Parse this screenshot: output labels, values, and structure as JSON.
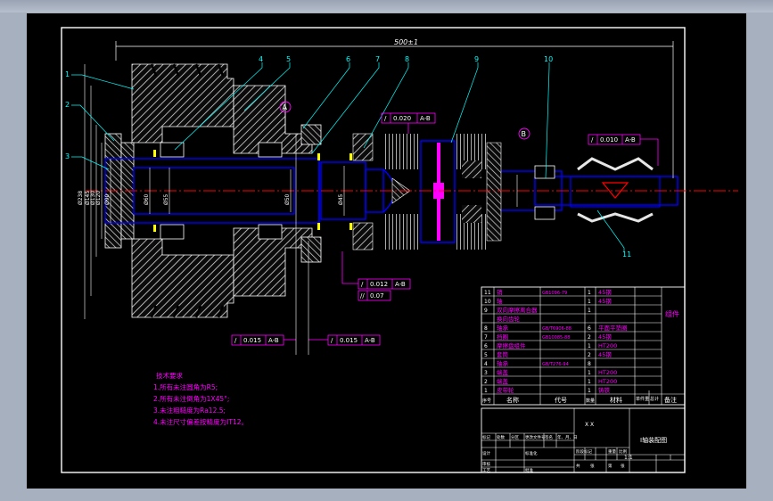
{
  "drawing": {
    "overall_dimension": "500±1",
    "part_numbers": [
      "1",
      "2",
      "3",
      "4",
      "5",
      "6",
      "7",
      "8",
      "9",
      "10",
      "11"
    ],
    "datum_a": "A",
    "datum_b": "B",
    "diameter_labels": [
      "Ø238",
      "Ø145",
      "Ø130",
      "Ø120",
      "Ø90",
      "Ø60",
      "Ø55",
      "Ø50",
      "Ø45"
    ],
    "tolerances": [
      {
        "symbol": "/",
        "value": "0.020",
        "datum": "A-B"
      },
      {
        "symbol": "/",
        "value": "0.010",
        "datum": "A-B"
      },
      {
        "symbol": "/",
        "value": "0.012",
        "datum": "A-B"
      },
      {
        "symbol": "//",
        "value": "0.07",
        "datum": ""
      },
      {
        "symbol": "/",
        "value": "0.015",
        "datum": "A-B"
      },
      {
        "symbol": "/",
        "value": "0.015",
        "datum": "A-B"
      }
    ]
  },
  "tech_requirements": {
    "title": "技术要求",
    "items": [
      "1.所有未注圆角为R5;",
      "2.所有未注倒角为1X45°;",
      "3.未注粗糙度为Ra12.5;",
      "4.未注尺寸偏差按精度为IT12。"
    ]
  },
  "bom": {
    "rows": [
      {
        "no": "11",
        "name": "销",
        "code": "GB1096-79",
        "qty": "1",
        "material": "45钢"
      },
      {
        "no": "10",
        "name": "轴",
        "code": "",
        "qty": "1",
        "material": "45钢"
      },
      {
        "no": "9",
        "name": "双向摩擦离合器",
        "code": "",
        "qty": "1",
        "material": ""
      },
      {
        "no": "",
        "name": "换向齿轮",
        "code": "",
        "qty": "",
        "material": ""
      },
      {
        "no": "8",
        "name": "轴承",
        "code": "GB/T6906-88",
        "qty": "6",
        "material": "平面平垫圈"
      },
      {
        "no": "7",
        "name": "挡圈",
        "code": "GB10085-88",
        "qty": "2",
        "material": "45钢"
      },
      {
        "no": "6",
        "name": "摩擦盘组件",
        "code": "",
        "qty": "1",
        "material": "HT200"
      },
      {
        "no": "5",
        "name": "套筒",
        "code": "",
        "qty": "2",
        "material": "45钢"
      },
      {
        "no": "4",
        "name": "轴承",
        "code": "GB/T276-94",
        "qty": "8",
        "material": ""
      },
      {
        "no": "3",
        "name": "端盖",
        "code": "",
        "qty": "1",
        "material": "HT200"
      },
      {
        "no": "2",
        "name": "端盖",
        "code": "",
        "qty": "1",
        "material": "HT200"
      },
      {
        "no": "1",
        "name": "皮带轮",
        "code": "",
        "qty": "1",
        "material": "铸铁"
      }
    ],
    "remark": "组件",
    "header": {
      "no": "序号",
      "name": "名称",
      "code": "代号",
      "qty": "数量",
      "material": "材料",
      "weight": "单件重",
      "total": "总计",
      "remark": "备注"
    }
  },
  "title_block": {
    "school": "X X",
    "drawing_name": "I轴装配图",
    "scale_label": "比例",
    "scale": "1:1",
    "labels": [
      "标记",
      "处数",
      "分区",
      "更改文件号",
      "签名",
      "年、月、日",
      "设计",
      "标准化",
      "审核",
      "工艺",
      "批准",
      "共",
      "张",
      "第",
      "张",
      "阶段标记",
      "重量"
    ]
  },
  "colors": {
    "background": "#000000",
    "frame": "#ffffff",
    "outline": "#0000ff",
    "hatch": "#e6e6e6",
    "centerline": "#ff0000",
    "leader": "#00ffff",
    "annotation": "#ff00ff",
    "tolerance_box": "#ff00ff"
  }
}
